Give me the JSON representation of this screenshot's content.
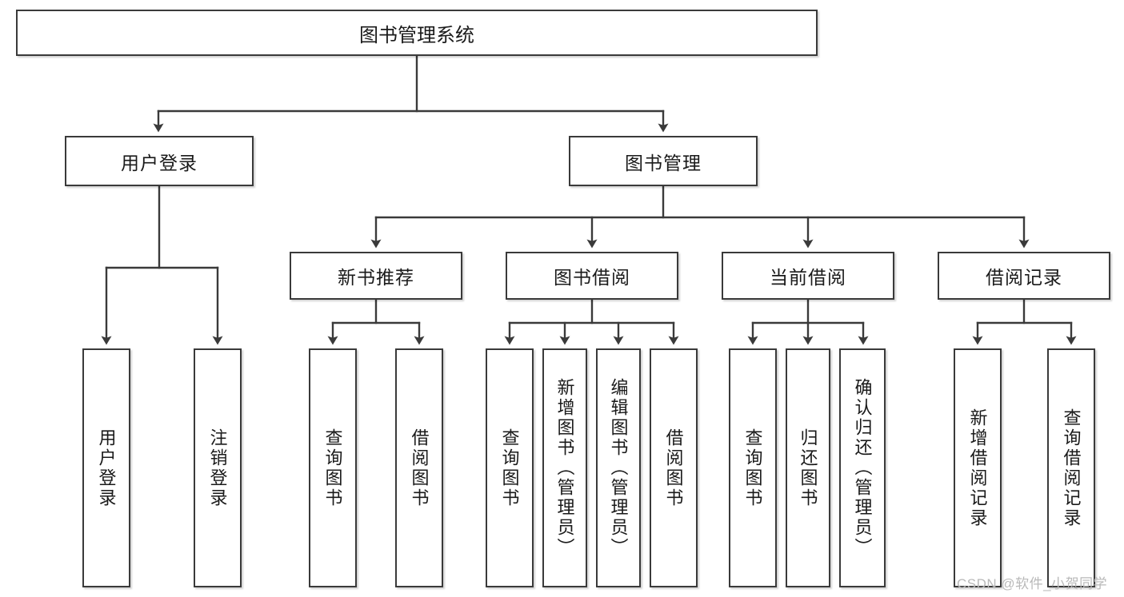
{
  "diagram": {
    "title": "图书管理系统",
    "type": "tree-hierarchy-chart",
    "watermark": "CSDN @软件_小贺同学",
    "colors": {
      "box_border": "#3a3a3a",
      "box_fill": "#ffffff",
      "link": "#3a3a3a",
      "text": "#1a1a1a",
      "watermark": "#b9b9b9",
      "background": "#ffffff"
    },
    "nodes": {
      "root": {
        "label": "图书管理系统"
      },
      "level2": [
        {
          "id": "user-login",
          "label": "用户登录"
        },
        {
          "id": "book-manage",
          "label": "图书管理"
        }
      ],
      "level3": [
        {
          "id": "new-book-recommend",
          "label": "新书推荐"
        },
        {
          "id": "book-borrow",
          "label": "图书借阅"
        },
        {
          "id": "current-borrow",
          "label": "当前借阅"
        },
        {
          "id": "borrow-record",
          "label": "借阅记录"
        }
      ],
      "leaves": [
        {
          "id": "leaf-user-login",
          "label": "用户登录",
          "parent": "user-login"
        },
        {
          "id": "leaf-logout",
          "label": "注销登录",
          "parent": "user-login"
        },
        {
          "id": "leaf-query-book-1",
          "label": "查询图书",
          "parent": "new-book-recommend"
        },
        {
          "id": "leaf-borrow-book-1",
          "label": "借阅图书",
          "parent": "new-book-recommend"
        },
        {
          "id": "leaf-query-book-2",
          "label": "查询图书",
          "parent": "book-borrow"
        },
        {
          "id": "leaf-add-book",
          "label": "新增图书（管理员）",
          "parent": "book-borrow"
        },
        {
          "id": "leaf-edit-book",
          "label": "编辑图书（管理员）",
          "parent": "book-borrow"
        },
        {
          "id": "leaf-borrow-book-2",
          "label": "借阅图书",
          "parent": "book-borrow"
        },
        {
          "id": "leaf-query-book-3",
          "label": "查询图书",
          "parent": "current-borrow"
        },
        {
          "id": "leaf-return-book",
          "label": "归还图书",
          "parent": "current-borrow"
        },
        {
          "id": "leaf-confirm-return",
          "label": "确认归还（管理员）",
          "parent": "current-borrow"
        },
        {
          "id": "leaf-add-record",
          "label": "新增借阅记录",
          "parent": "borrow-record"
        },
        {
          "id": "leaf-query-record",
          "label": "查询借阅记录",
          "parent": "borrow-record"
        }
      ]
    }
  }
}
